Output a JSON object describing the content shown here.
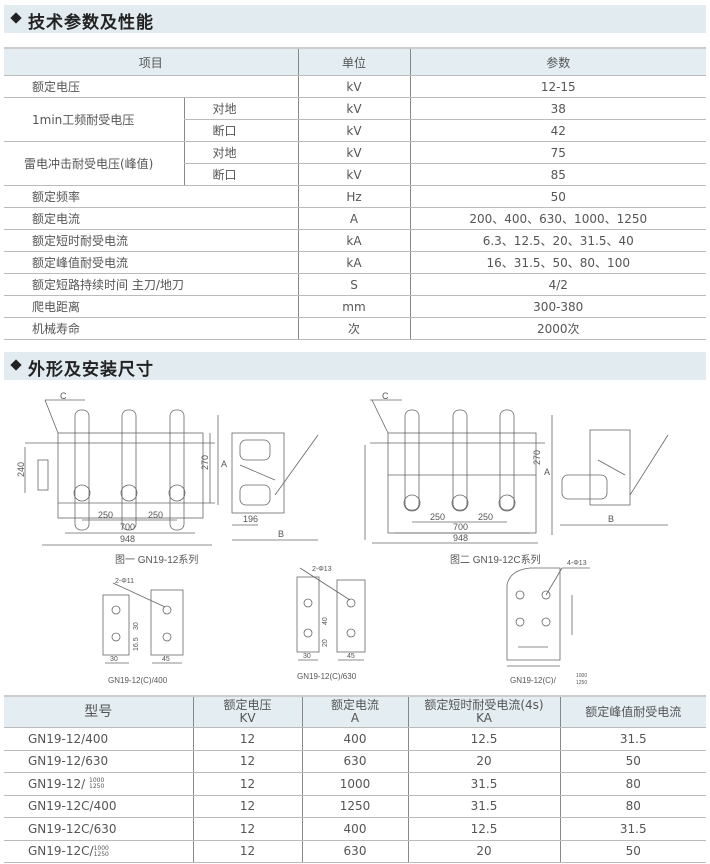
{
  "section1": {
    "title": "技术参数及性能"
  },
  "params": {
    "headers": [
      "项目",
      "单位",
      "参数"
    ],
    "rows": [
      {
        "item": "额定电压",
        "unit": "kV",
        "value": "12-15"
      },
      {
        "item": "1min工频耐受电压",
        "sub": "对地",
        "unit": "kV",
        "value": "38"
      },
      {
        "sub": "断口",
        "unit": "kV",
        "value": "42"
      },
      {
        "item": "雷电冲击耐受电压(峰值)",
        "sub": "对地",
        "unit": "kV",
        "value": "75"
      },
      {
        "sub": "断口",
        "unit": "kV",
        "value": "85"
      },
      {
        "item": "额定频率",
        "unit": "Hz",
        "value": "50"
      },
      {
        "item": "额定电流",
        "unit": "A",
        "value": "200、400、630、1000、1250"
      },
      {
        "item": "额定短时耐受电流",
        "unit": "kA",
        "value": "6.3、12.5、20、31.5、40"
      },
      {
        "item": "额定峰值耐受电流",
        "unit": "kA",
        "value": "16、31.5、50、80、100"
      },
      {
        "item": "额定短路持续时间  主刀/地刀",
        "unit": "S",
        "value": "4/2"
      },
      {
        "item": "爬电距离",
        "unit": "mm",
        "value": "300-380"
      },
      {
        "item": "机械寿命",
        "unit": "次",
        "value": "2000次"
      }
    ]
  },
  "section2": {
    "title": "外形及安装尺寸"
  },
  "figures": {
    "fig1": {
      "caption": "图一 GN19-12系列",
      "c": "C",
      "d240": "240",
      "d270": "270",
      "a": "A",
      "d250a": "250",
      "d250b": "250",
      "d700": "700",
      "d948": "948",
      "d196": "196",
      "b": "B"
    },
    "fig2": {
      "caption": "图二 GN19-12C系列",
      "c": "C",
      "d270": "270",
      "a": "A",
      "d250a": "250",
      "d250b": "250",
      "d700": "700",
      "d948": "948",
      "b": "B"
    },
    "term400": {
      "caption": "GN19-12(C)/400",
      "hole": "2-Φ11",
      "d30v": "30",
      "d16": "16.5",
      "d30": "30",
      "d45": "45"
    },
    "term630": {
      "caption": "GN19-12(C)/630",
      "hole": "2-Φ13",
      "d40": "40",
      "d20": "20",
      "d30": "30",
      "d45": "45"
    },
    "term1000": {
      "caption": "GN19-12(C)/",
      "frac_top": "1000",
      "frac_bot": "1250",
      "hole": "4-Φ13"
    }
  },
  "models": {
    "headers": [
      {
        "l1": "型号",
        "l2": ""
      },
      {
        "l1": "额定电压",
        "l2": "KV"
      },
      {
        "l1": "额定电流",
        "l2": "A"
      },
      {
        "l1": "额定短时耐受电流(4s)",
        "l2": "KA"
      },
      {
        "l1": "额定峰值耐受电流",
        "l2": ""
      }
    ],
    "rows": [
      {
        "model": "GN19-12/400",
        "v": "12",
        "a": "400",
        "ka": "12.5",
        "peak": "31.5"
      },
      {
        "model": "GN19-12/630",
        "v": "12",
        "a": "630",
        "ka": "20",
        "peak": "50"
      },
      {
        "model": "GN19-12/",
        "ft": "1000",
        "fb": "1250",
        "v": "12",
        "a": "1000",
        "ka": "31.5",
        "peak": "80"
      },
      {
        "model": "GN19-12C/400",
        "v": "12",
        "a": "1250",
        "ka": "31.5",
        "peak": "80"
      },
      {
        "model": "GN19-12C/630",
        "v": "12",
        "a": "400",
        "ka": "12.5",
        "peak": "31.5"
      },
      {
        "model": "GN19-12C/",
        "ft": "1000",
        "fb": "1250",
        "v": "12",
        "a": "630",
        "ka": "20",
        "peak": "50"
      }
    ]
  }
}
